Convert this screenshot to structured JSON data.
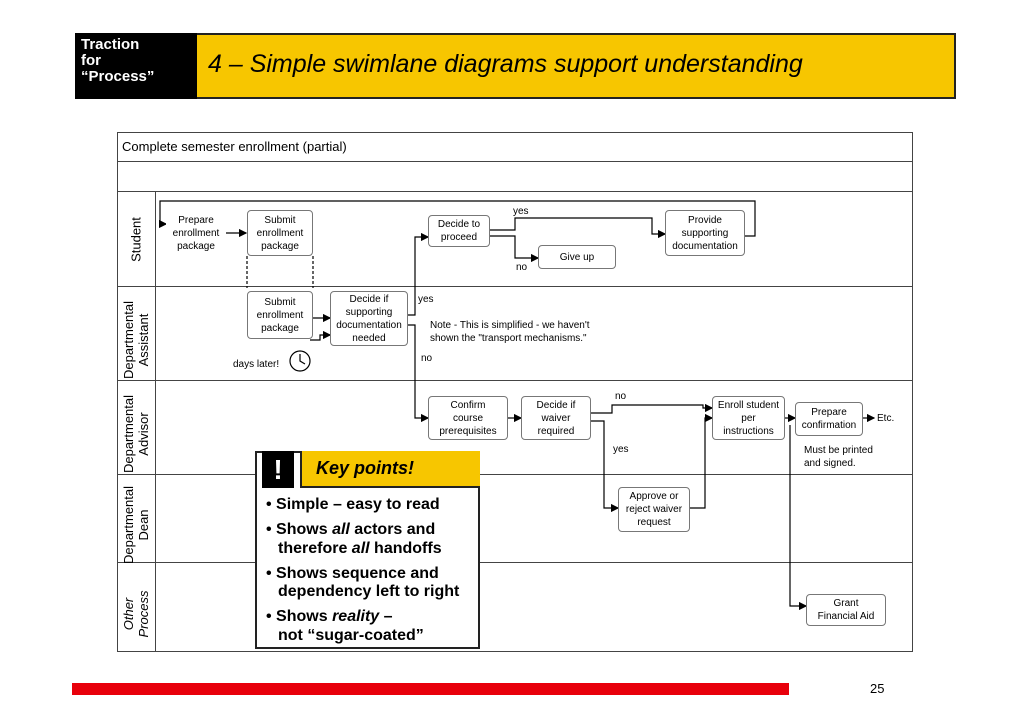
{
  "header": {
    "brand": "Traction\nfor\n“Process”",
    "title": "4 – Simple swimlane diagrams support understanding"
  },
  "diagram": {
    "process_title": "Complete semester enrollment (partial)",
    "lanes": [
      {
        "line1": "Student",
        "line2": ""
      },
      {
        "line1": "Departmental",
        "line2": "Assistant"
      },
      {
        "line1": "Departmental",
        "line2": "Advisor"
      },
      {
        "line1": "Departmental",
        "line2": "Dean"
      },
      {
        "line1": "Other",
        "line2": "Process"
      }
    ],
    "steps": {
      "prepare": "Prepare\nenrollment\npackage",
      "submit_student": "Submit\nenrollment\npackage",
      "decide_proceed": "Decide to\nproceed",
      "give_up": "Give up",
      "provide": "Provide\nsupporting\ndocumentation",
      "submit_assistant": "Submit\nenrollment\npackage",
      "decide_supporting": "Decide if\nsupporting\ndocumentation\nneeded",
      "confirm": "Confirm\ncourse\nprerequisites",
      "decide_waiver": "Decide if\nwaiver\nrequired",
      "enroll": "Enroll student\nper\ninstructions",
      "prepare_confirmation": "Prepare\nconfirmation",
      "approve": "Approve or\nreject waiver\nrequest",
      "grant": "Grant\nFinancial  Aid"
    },
    "labels": {
      "yes_top": "yes",
      "no_top": "no",
      "yes_assist": "yes",
      "no_assist": "no",
      "note": "Note - This is simplified - we haven't\nshown the \"transport mechanisms.\"",
      "days_later": "days later!",
      "no_waiver": "no",
      "yes_waiver": "yes",
      "etc": "Etc.",
      "must_be": "Must be printed\nand signed."
    }
  },
  "key_points": {
    "bang": "!",
    "title": "Key points!",
    "b1": "• Simple – easy to read",
    "b2a_pre": "• Shows ",
    "b2a_em": "all",
    "b2a_post": " actors and",
    "b2b_pre": "therefore ",
    "b2b_em": "all",
    "b2b_post": " handoffs",
    "b3a": "• Shows sequence and",
    "b3b": "dependency left to right",
    "b4a_pre": "• Shows ",
    "b4a_em": "reality",
    "b4a_post": " –",
    "b4b": "not “sugar-coated”"
  },
  "footer": {
    "page_number": "25",
    "bar_color": "#e8000b"
  },
  "colors": {
    "accent": "#f7c600"
  }
}
